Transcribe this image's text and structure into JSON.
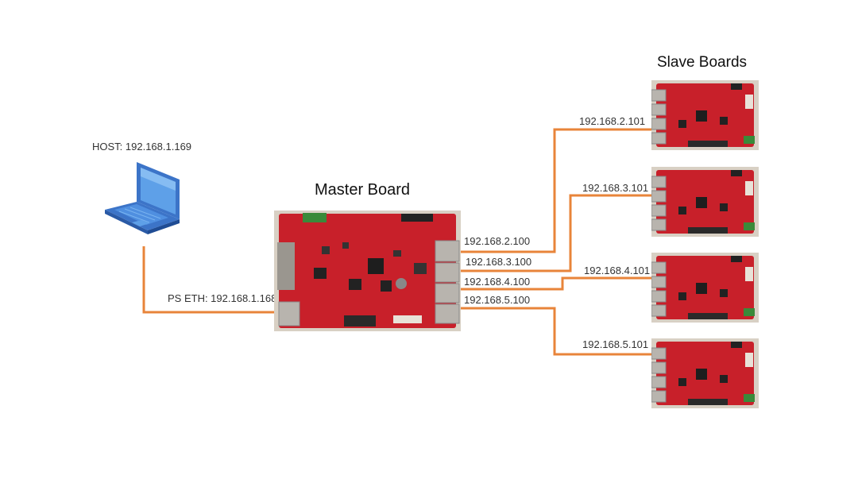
{
  "host": {
    "label": "HOST: 192.168.1.169",
    "icon": "laptop-icon"
  },
  "master": {
    "title": "Master Board",
    "ps_eth_label": "PS ETH: 192.168.1.168",
    "port_labels": [
      "192.168.2.100",
      "192.168.3.100",
      "192.168.4.100",
      "192.168.5.100"
    ]
  },
  "slaves": {
    "title": "Slave Boards",
    "boards": [
      {
        "ip": "192.168.2.101"
      },
      {
        "ip": "192.168.3.101"
      },
      {
        "ip": "192.168.4.101"
      },
      {
        "ip": "192.168.5.101"
      }
    ]
  },
  "colors": {
    "link": "#e8843a",
    "pcb": "#c8202a",
    "pcb_frame": "#d8d0c4",
    "laptop": "#3c74c8",
    "laptop_screen": "#5ea0e8"
  }
}
